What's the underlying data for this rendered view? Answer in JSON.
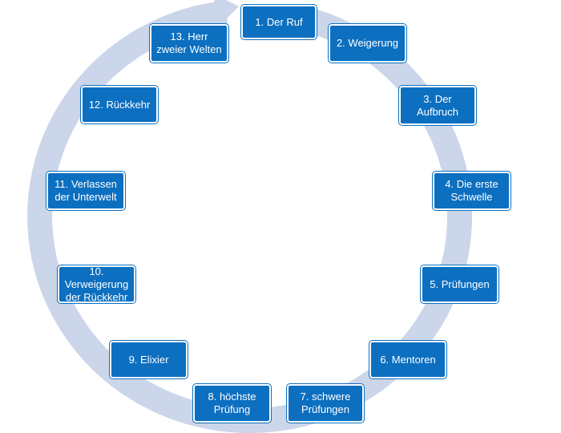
{
  "cycle": {
    "accent_color": "#0c6fc0",
    "ring_color": "#ccd6ea",
    "steps": [
      {
        "label": "1. Der Ruf"
      },
      {
        "label": "2. Weigerung"
      },
      {
        "label": "3. Der Aufbruch"
      },
      {
        "label": "4. Die erste Schwelle"
      },
      {
        "label": "5. Prüfungen"
      },
      {
        "label": "6. Mentoren"
      },
      {
        "label": "7. schwere Prüfungen"
      },
      {
        "label": "8. höchste Prüfung"
      },
      {
        "label": "9. Elixier"
      },
      {
        "label": "10. Verweigerung der Rückkehr"
      },
      {
        "label": "11. Verlassen der Unterwelt"
      },
      {
        "label": "12. Rückkehr"
      },
      {
        "label": "13. Herr zweier Welten"
      }
    ]
  }
}
